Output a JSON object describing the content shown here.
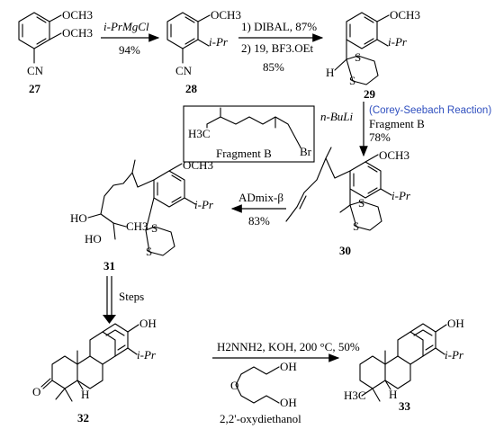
{
  "compounds": {
    "c27": {
      "label": "27",
      "ome": "OCH3",
      "cn": "CN"
    },
    "c28": {
      "label": "28",
      "ome": "OCH3",
      "ipr": "i-Pr",
      "cn": "CN"
    },
    "c29": {
      "label": "29",
      "ome": "OCH3",
      "ipr": "i-Pr",
      "h": "H",
      "s": "S"
    },
    "c30": {
      "label": "30",
      "ome": "OCH3",
      "ipr": "i-Pr",
      "s": "S"
    },
    "c31": {
      "label": "31",
      "ome": "OCH3",
      "ipr": "i-Pr",
      "ho1": "HO",
      "ho2": "HO",
      "ch3": "CH3",
      "s": "S"
    },
    "c32": {
      "label": "32",
      "oh": "OH",
      "ipr": "i-Pr",
      "o": "O",
      "h": "H"
    },
    "c33": {
      "label": "33",
      "oh": "OH",
      "ipr": "i-Pr",
      "h3c": "H3C",
      "h": "H"
    }
  },
  "fragment_b": {
    "caption": "Fragment B",
    "h3c": "H3C",
    "br": "Br"
  },
  "steps": {
    "s1_reagent": "i-PrMgCl",
    "s1_yield": "94%",
    "s2_line1": "1) DIBAL, 87%",
    "s2_line2": "2) 19, BF3.OEt",
    "s2_yield": "85%",
    "s3_reagent": "n-BuLi",
    "s3_name": "(Corey-Seebach Reaction)",
    "s3_frag": "Fragment B",
    "s3_yield": "78%",
    "s4_reagent": "ADmix-β",
    "s4_yield": "83%",
    "s5_label": "Steps",
    "s6_reagent": "H2NNH2, KOH, 200 °C, 50%",
    "s6_solvent_name": "2,2'-oxydiethanol",
    "s6_oh1": "OH",
    "s6_oh2": "OH",
    "s6_o": "O"
  },
  "colors": {
    "accent_text": "#2f4fbf"
  }
}
